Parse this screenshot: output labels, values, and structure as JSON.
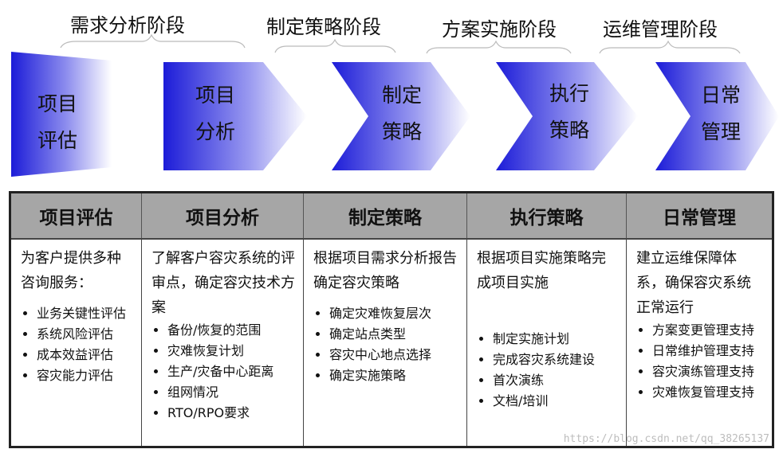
{
  "phases": [
    "需求分析阶段",
    "制定策略阶段",
    "方案实施阶段",
    "运维管理阶段"
  ],
  "steps": [
    {
      "line1": "项目",
      "line2": "评估"
    },
    {
      "line1": "项目",
      "line2": "分析"
    },
    {
      "line1": "制定",
      "line2": "策略"
    },
    {
      "line1": "执行",
      "line2": "策略"
    },
    {
      "line1": "日常",
      "line2": "管理"
    }
  ],
  "table": {
    "headers": [
      "项目评估",
      "项目分析",
      "制定策略",
      "执行策略",
      "日常管理"
    ],
    "columns": [
      {
        "lead": "为客户提供多种咨询服务：",
        "items": [
          "业务关键性评估",
          "系统风险评估",
          "成本效益评估",
          "容灾能力评估"
        ]
      },
      {
        "lead": "了解客户容灾系统的评审点，确定容灾技术方案",
        "items": [
          "备份/恢复的范围",
          "灾难恢复计划",
          "生产/灾备中心距离",
          "组网情况",
          "RTO/RPO要求"
        ]
      },
      {
        "lead": "根据项目需求分析报告确定容灾策略",
        "items": [
          "确定灾难恢复层次",
          "确定站点类型",
          "容灾中心地点选择",
          "确定实施策略"
        ]
      },
      {
        "lead": "根据项目实施策略完成项目实施",
        "items": [
          "制定实施计划",
          "完成容灾系统建设",
          "首次演练",
          "文档/培训"
        ]
      },
      {
        "lead": "建立运维保障体系，确保容灾系统正常运行",
        "items": [
          "方案变更管理支持",
          "日常维护管理支持",
          "容灾演练管理支持",
          "灾难恢复管理支持"
        ]
      }
    ]
  },
  "watermark": "https://blog.csdn.net/qq_38265137",
  "colors": {
    "chevron_dark": "#1c1cd8",
    "chevron_light": "#ffffff",
    "header_bg": "#a6a6a6"
  }
}
